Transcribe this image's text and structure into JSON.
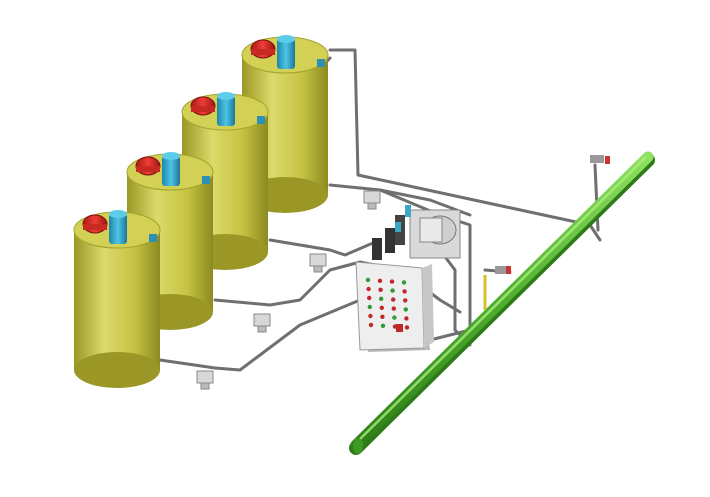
{
  "scene": {
    "tank_count": 4,
    "control_panel_buttons": 24,
    "colors": {
      "tank_body": "#c9c64a",
      "tank_shadow": "#8f8c22",
      "tank_light": "#e4e27a",
      "motor_cap_blue": "#2aa3c9",
      "valve_cap_red": "#d7261f",
      "pipe": "#6f6f6f",
      "main_pipe": "#5fbf3a",
      "panel": "#e6e6e6",
      "button_red": "#c0282b",
      "button_green": "#2f9a3a"
    },
    "icons": [
      "tank",
      "agitator-motor",
      "inlet-valve",
      "dosing-pump",
      "control-panel",
      "main-pipeline",
      "pipe-connection"
    ]
  }
}
